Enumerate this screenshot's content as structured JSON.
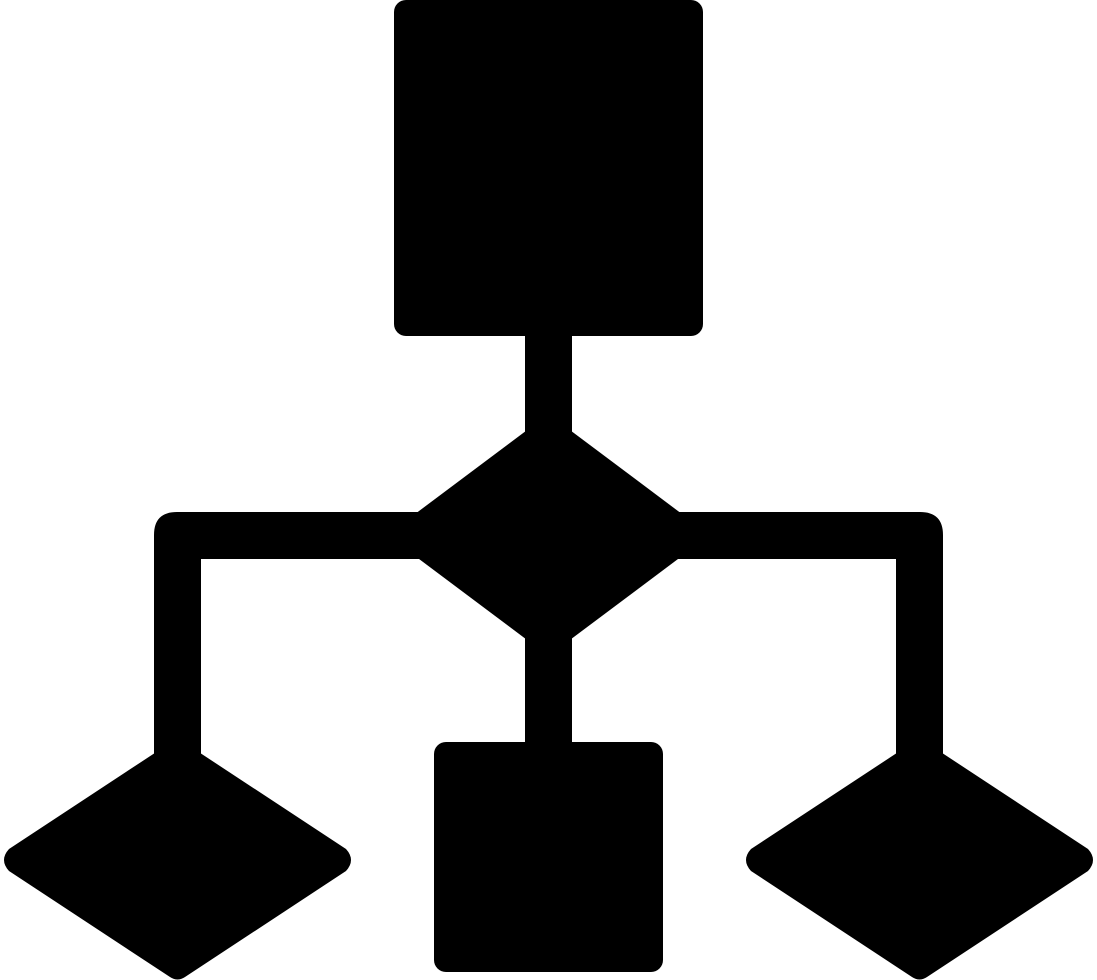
{
  "diagram": {
    "icon": "flowchart-icon",
    "colors": {
      "foreground": "#000000",
      "background": "#ffffff"
    },
    "nodes": [
      {
        "id": "top",
        "shape": "rectangle"
      },
      {
        "id": "center",
        "shape": "diamond"
      },
      {
        "id": "bottom-left",
        "shape": "diamond"
      },
      {
        "id": "bottom-center",
        "shape": "rectangle"
      },
      {
        "id": "bottom-right",
        "shape": "diamond"
      }
    ],
    "edges": [
      {
        "from": "top",
        "to": "center"
      },
      {
        "from": "center",
        "to": "bottom-left"
      },
      {
        "from": "center",
        "to": "bottom-center"
      },
      {
        "from": "center",
        "to": "bottom-right"
      }
    ]
  }
}
